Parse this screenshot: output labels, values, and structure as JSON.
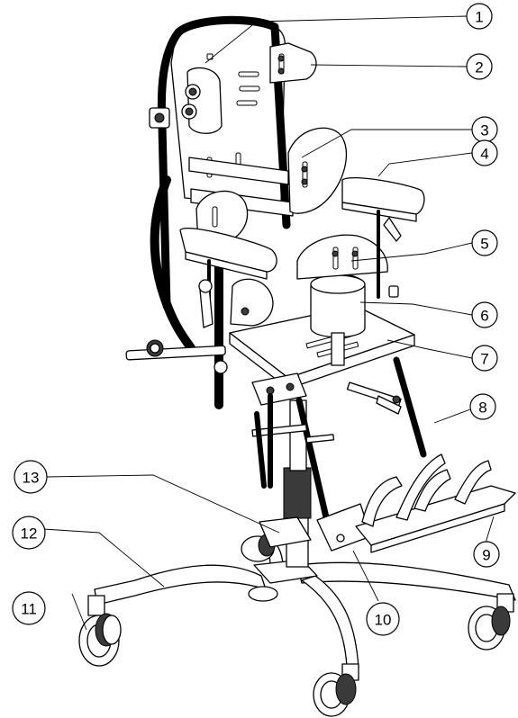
{
  "callouts": [
    {
      "number": "1"
    },
    {
      "number": "2"
    },
    {
      "number": "3"
    },
    {
      "number": "4"
    },
    {
      "number": "5"
    },
    {
      "number": "6"
    },
    {
      "number": "7"
    },
    {
      "number": "8"
    },
    {
      "number": "9"
    },
    {
      "number": "10"
    },
    {
      "number": "11"
    },
    {
      "number": "12"
    },
    {
      "number": "13"
    }
  ],
  "colors": {
    "line": "#000000",
    "fill": "#ffffff",
    "shadow": "#3a3a3a"
  }
}
